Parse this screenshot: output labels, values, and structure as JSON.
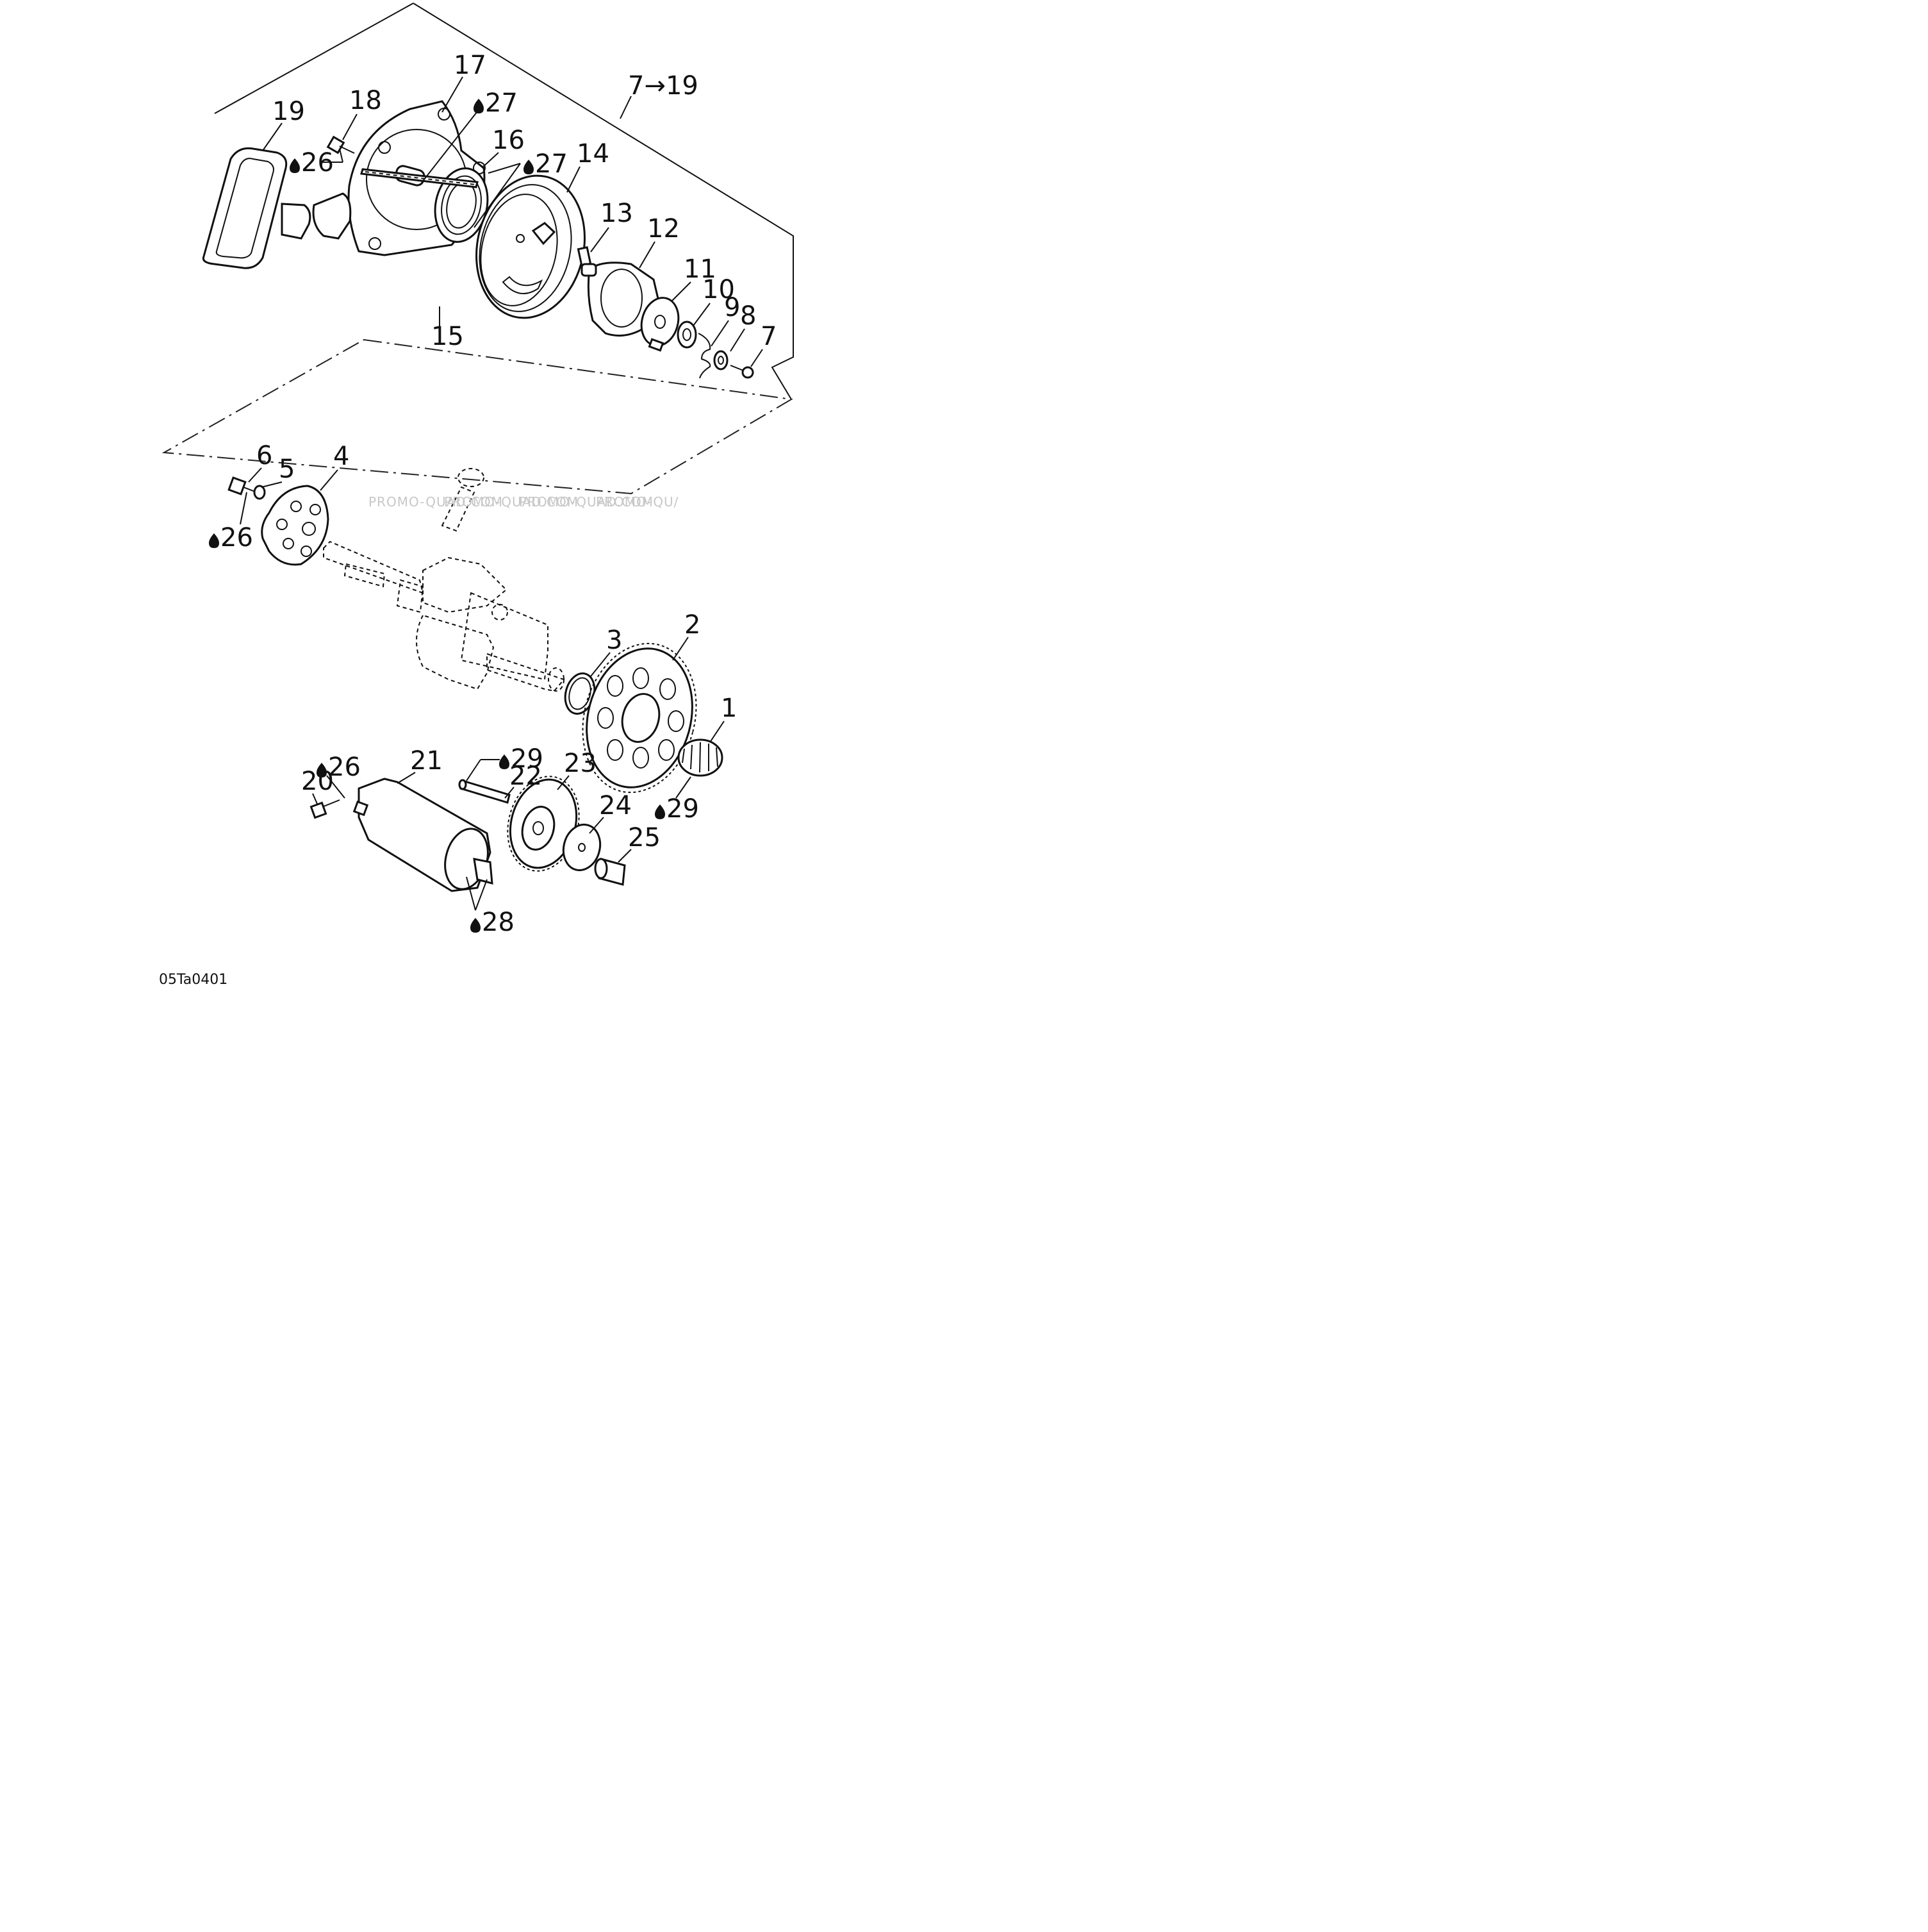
{
  "diagram": {
    "callouts": [
      "1",
      "2",
      "3",
      "4",
      "5",
      "6",
      "7",
      "8",
      "9",
      "10",
      "11",
      "12",
      "13",
      "14",
      "15",
      "16",
      "17",
      "18",
      "19",
      "20",
      "21",
      "22",
      "23",
      "24",
      "25",
      "26",
      "27",
      "28",
      "29"
    ],
    "group_label": "7→19",
    "lube_marks": {
      "m26": "26",
      "m27": "27",
      "m28": "28",
      "m29": "29"
    },
    "watermarks": [
      "PROMO-QUAD.COM",
      "PROMO-QUAD.COM",
      "PROMO-QUAD.COM",
      "PROMO-QU/"
    ],
    "figure_code": "05Ta0401",
    "colors": {
      "line": "#111111",
      "background": "#ffffff",
      "watermark": "#c8c8c8"
    }
  }
}
